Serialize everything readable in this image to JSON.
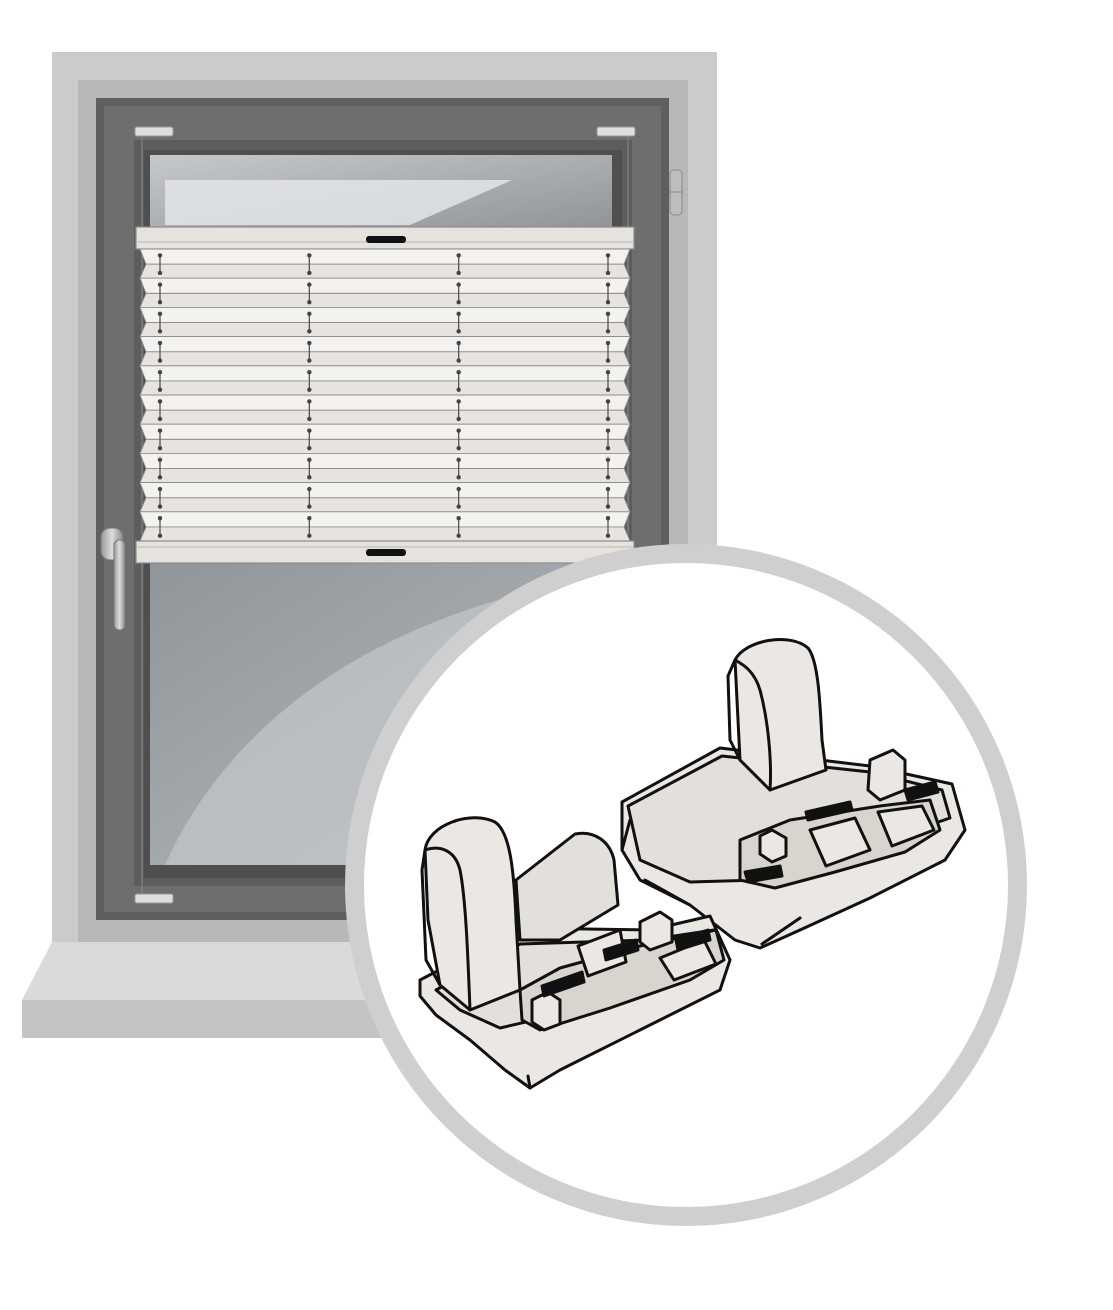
{
  "illustration": {
    "subject": "window-with-pleated-blind",
    "detail": "tension-bracket-clips-zoom",
    "pleat_rows": 10,
    "cord_columns": 4
  },
  "colors": {
    "wall_reveal": "#c9c9c9",
    "reveal_inner": "#b9b9b9",
    "frame": "#6b6b6b",
    "frame_dark": "#5b5b5b",
    "glass": "#9aa0a4",
    "glass_light": "#c3c6c9",
    "fabric": "#f1efec",
    "rail": "#e5e2dd",
    "sill": "#d3d3d3",
    "zoom_ring": "#cfcfcf",
    "outline": "#111111"
  }
}
